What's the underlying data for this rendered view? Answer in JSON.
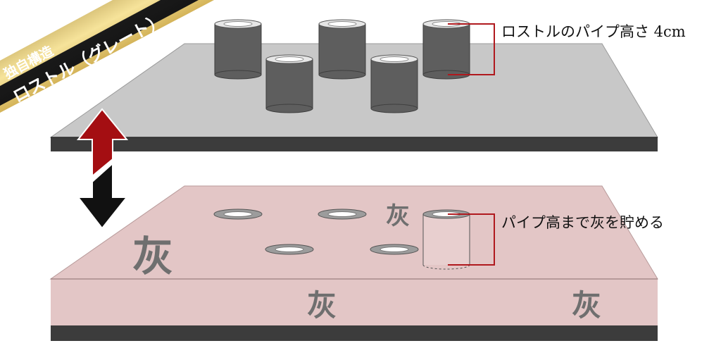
{
  "banner": {
    "line1": "独自構造",
    "line2": "ロストル（グレート）",
    "colors": {
      "gold_light": "#f7e7a0",
      "gold_dark": "#b08a2e",
      "black": "#111111"
    }
  },
  "top_plate": {
    "callout": "ロストルのパイプ高さ 4cm",
    "colors": {
      "surface": "#c8c8c8",
      "edge": "#3c3c3c",
      "pipe": "#5e5e5e"
    }
  },
  "bottom_plate": {
    "callout": "パイプ高まで灰を貯める",
    "ash_labels": [
      "灰",
      "灰",
      "灰",
      "灰"
    ],
    "colors": {
      "surface": "#e3c6c6",
      "edge": "#3c3c3c",
      "front": "#e3c6c6"
    }
  },
  "arrow": {
    "colors": {
      "up": "#a40e12",
      "down": "#111111"
    }
  },
  "callout_line_color": "#b0191e"
}
